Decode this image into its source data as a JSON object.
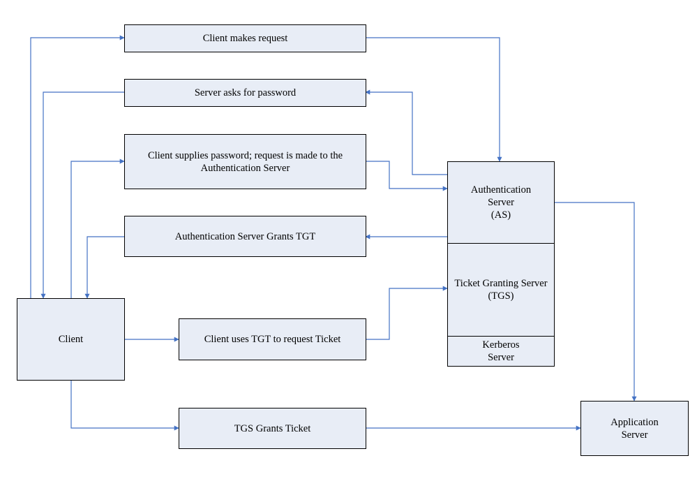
{
  "colors": {
    "box_fill": "#e8edf6",
    "box_border": "#000000",
    "arrow": "#4472c4",
    "text": "#000000"
  },
  "steps": {
    "client_makes_request": "Client makes request",
    "server_asks_password": "Server asks for password",
    "client_supplies_password": "Client supplies password; request is made to the\nAuthentication Server",
    "as_grants_tgt": "Authentication Server Grants TGT",
    "client_uses_tgt": "Client uses TGT to request Ticket",
    "tgs_grants_ticket": "TGS Grants Ticket"
  },
  "nodes": {
    "client": "Client",
    "authentication_server": "Authentication\nServer\n(AS)",
    "ticket_granting_server": "Ticket Granting Server\n(TGS)",
    "kerberos_server": "Kerberos\nServer",
    "application_server": "Application\nServer"
  }
}
